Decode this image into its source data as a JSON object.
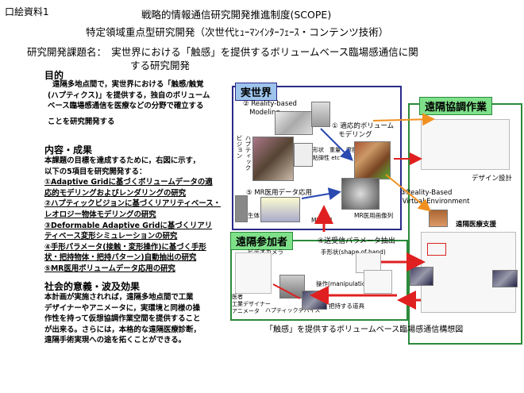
{
  "doc_label": "口絵資料1",
  "header": {
    "line1": "戦略的情報通信研究開発推進制度(SCOPE)",
    "line2": "特定領域重点型研究開発（次世代ﾋｭｰﾏﾝｲﾝﾀｰﾌｪｰｽ・コンテンツ技術）",
    "line3a": "研究開発課題名：　実世界における「触感」を提供するボリュームベース臨場感通信に関",
    "line3b": "する研究開発"
  },
  "purpose": {
    "heading": "目的",
    "lines": [
      "遠隔多地点間で，実世界における「触感/触覚",
      "(ハプティクス)」を提供する，独自のボリューム",
      "ベース臨場感通信を医療などの分野で確立する",
      "ことを研究開発する"
    ]
  },
  "content": {
    "heading": "内容・成果",
    "intro": [
      "本課題の目標を達成するために，右図に示す，",
      "以下の5項目を研究開発する："
    ],
    "items": [
      [
        "①Adaptive Gridに基づくボリュームデータの適",
        "応的モデリングおよびレンダリングの研究"
      ],
      [
        "②ハプティックビジョンに基づくリアリティベース・",
        "レオロジー物体モデリングの研究"
      ],
      [
        "③Deformable Adaptive Gridに基づくリアリ",
        "ティベース変形シミュレーションの研究"
      ],
      [
        "④手形パラメータ(接触・変形操作)に基づく手形",
        "状・把持物体・把持パターン)自動抽出の研究"
      ],
      [
        "⑤MR医用ボリュームデータ応用の研究"
      ]
    ]
  },
  "impact": {
    "heading": "社会的意義・波及効果",
    "lines": [
      "本計画が実施されれば，遠隔多地点間で工業",
      "デザイナーやアニメータに，実環境と同様の操",
      "作性を持って仮想協調作業空間を提供すること",
      "が出来る。さらには，本格的な遠隔医療診断，",
      "遠隔手術実現への途を拓くことができる。"
    ]
  },
  "diagram": {
    "real_world": "実世界",
    "remote_collab": "遠隔協調作業",
    "remote_participant": "遠隔参加者",
    "reality_modeling": "② Reality-based\n   Modeling",
    "haptic_vision": "ハプティック\nビジョン",
    "adaptive_volume": "① 適応的ボリューム\n   モデリング",
    "shape_props": "形状　重量　摩擦\n粘弾性 etc",
    "mr_app": "⑤ MR医用データ応用",
    "living_body": "生体",
    "mr_device": "MR装置",
    "mr_image": "MR医用画像列",
    "design": "デザイン設計",
    "reality_based_ve": "③Reality-Based\n Virtual Environment",
    "remote_medical": "遠隔医療支援",
    "param_extract": "④送受信パラメータ抽出",
    "hand_shape": "手形状(shape of hand)",
    "manipulation": "操作(manipulation)",
    "grip_tool": "把持する道具",
    "video_camera": "ビデオカメラ",
    "doctor": "医者\n工業デザイナー\nアニメータ",
    "haptic_device": "ハプティックデバイス",
    "caption": "「触感」を提供するボリュームベース臨場感通信構想図"
  }
}
